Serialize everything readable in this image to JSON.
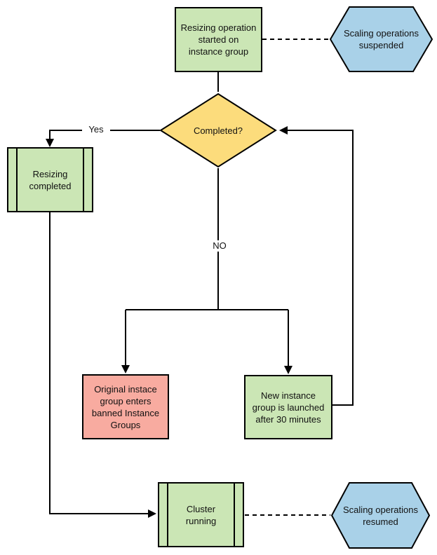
{
  "diagram": {
    "colors": {
      "process_green": "#cbe6b5",
      "terminal_blue": "#a9d1e8",
      "decision_yellow": "#fcdc7c",
      "alert_pink": "#f8aba0",
      "line_black": "#000000",
      "canvas_white": "#ffffff"
    },
    "nodes": {
      "start": {
        "type": "process",
        "label": "Resizing operation\nstarted on\ninstance group"
      },
      "suspended": {
        "type": "terminal-hexagon",
        "label": "Scaling operations\nsuspended"
      },
      "decision": {
        "type": "decision-diamond",
        "label": "Completed?"
      },
      "resizing_completed": {
        "type": "predefined-process",
        "label": "Resizing\ncompleted"
      },
      "banned": {
        "type": "process",
        "label": "Original instace\ngroup enters\nbanned Instance\nGroups"
      },
      "new_instance": {
        "type": "process",
        "label": "New instance\ngroup is launched\nafter 30 minutes"
      },
      "cluster_running": {
        "type": "predefined-process",
        "label": "Cluster\nrunning"
      },
      "resumed": {
        "type": "terminal-hexagon",
        "label": "Scaling operations\nresumed"
      }
    },
    "edge_labels": {
      "yes": "Yes",
      "no": "NO"
    }
  }
}
